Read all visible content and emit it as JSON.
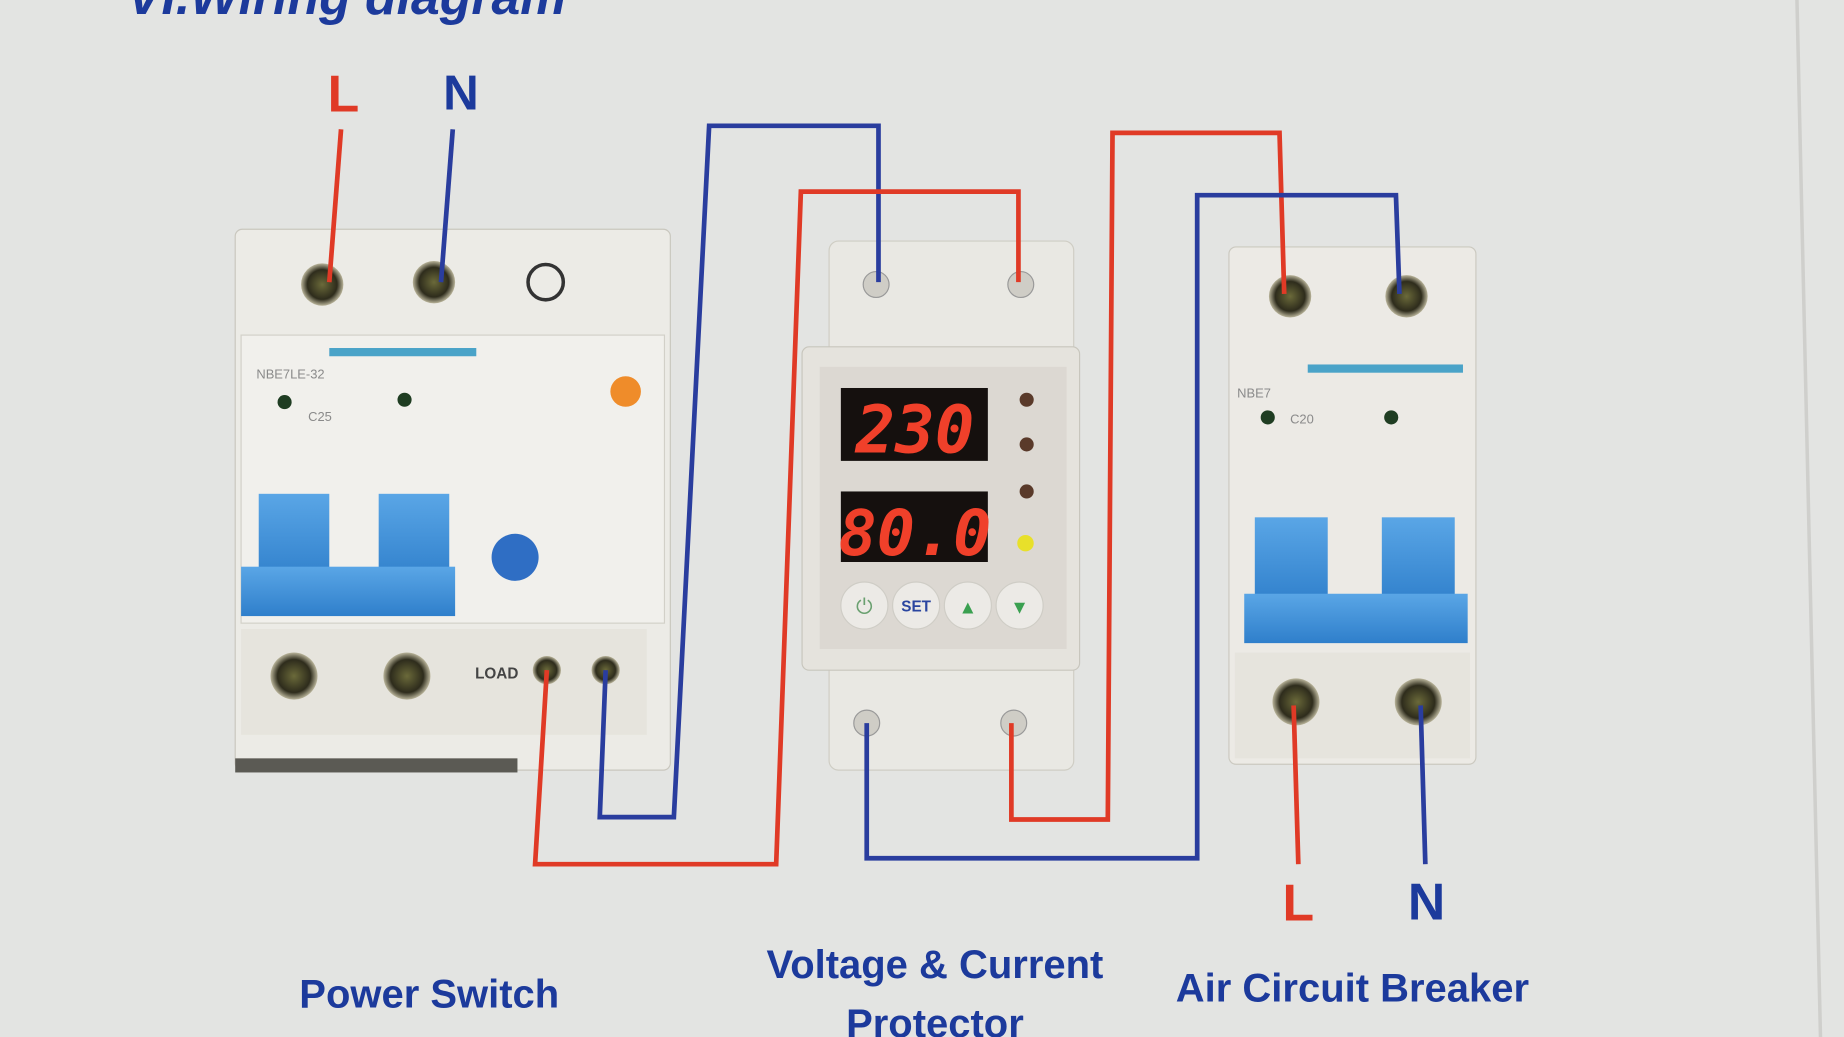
{
  "title": "VI.Wiring diagram",
  "input_labels": {
    "live": "L",
    "neutral": "N"
  },
  "output_labels": {
    "live": "L",
    "neutral": "N"
  },
  "devices": {
    "power_switch": {
      "caption": "Power Switch",
      "model": "NBE7LE-32",
      "rating": "C25",
      "load_label": "LOAD"
    },
    "protector": {
      "caption_line1": "Voltage & Current",
      "caption_line2": "Protector",
      "voltage_display": "230",
      "current_display": "80.0",
      "buttons": [
        "power",
        "SET",
        "up",
        "down"
      ]
    },
    "air_circuit_breaker": {
      "caption": "Air Circuit Breaker",
      "model": "NBE7",
      "rating": "C20"
    }
  },
  "colors": {
    "live_wire": "#e03a26",
    "neutral_wire": "#2a3d9e",
    "label": "#1c3a9c",
    "toggle": "#3f8fd6"
  }
}
